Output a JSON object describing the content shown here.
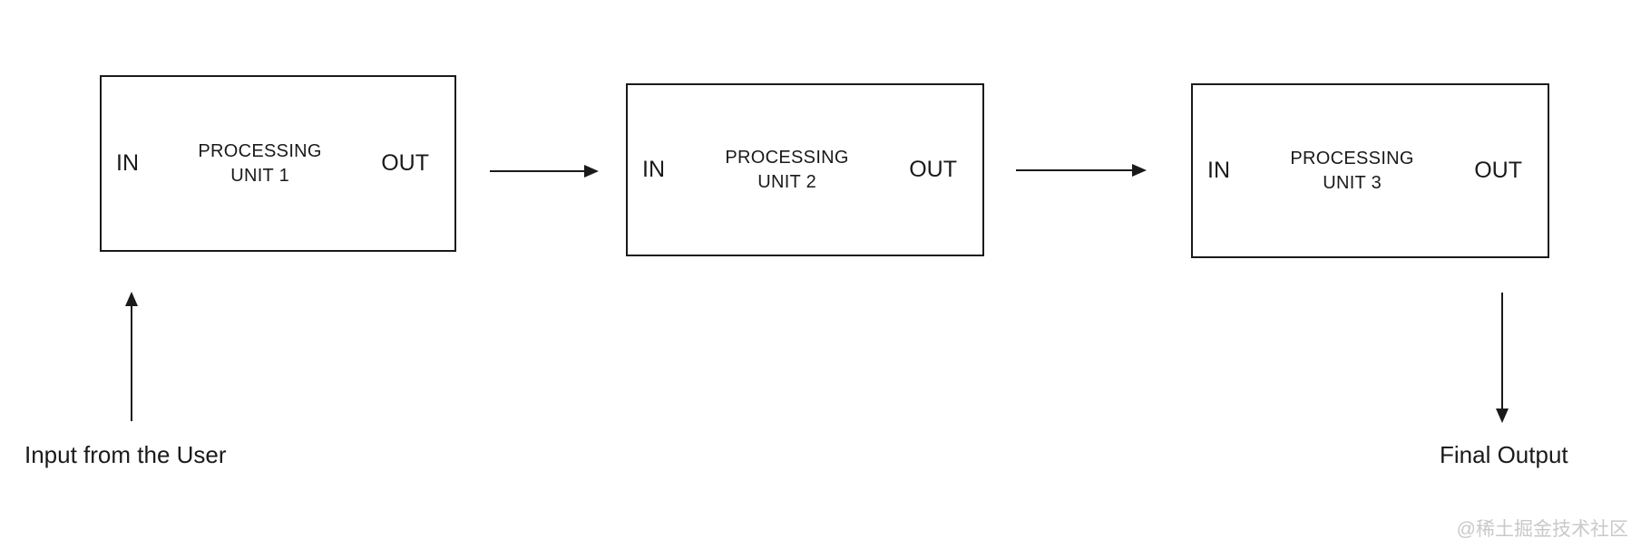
{
  "diagram": {
    "units": [
      {
        "in_label": "IN",
        "title_line1": "PROCESSING",
        "title_line2": "UNIT 1",
        "out_label": "OUT"
      },
      {
        "in_label": "IN",
        "title_line1": "PROCESSING",
        "title_line2": "UNIT 2",
        "out_label": "OUT"
      },
      {
        "in_label": "IN",
        "title_line1": "PROCESSING",
        "title_line2": "UNIT 3",
        "out_label": "OUT"
      }
    ],
    "arrows": [
      {
        "name": "arrow-unit1-to-unit2",
        "direction": "right"
      },
      {
        "name": "arrow-unit2-to-unit3",
        "direction": "right"
      },
      {
        "name": "arrow-user-input",
        "direction": "up"
      },
      {
        "name": "arrow-final-output",
        "direction": "down"
      }
    ],
    "input_label": "Input from the User",
    "output_label": "Final Output",
    "watermark": "@稀土掘金技术社区",
    "colors": {
      "line": "#1a1a1a",
      "text": "#1a1a1a",
      "watermark": "#c9c9c9",
      "background": "#ffffff"
    }
  }
}
